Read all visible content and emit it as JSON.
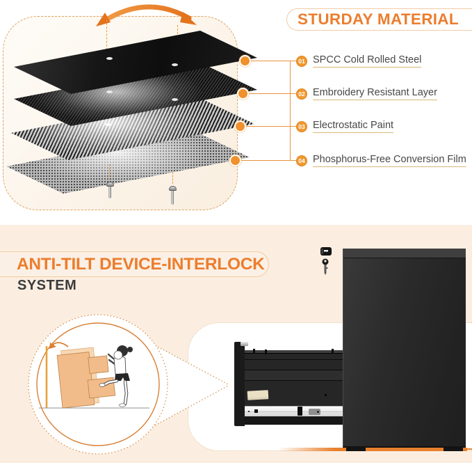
{
  "colors": {
    "accent_orange": "#EC7D2D",
    "badge_orange": "#F2982F",
    "underline_tan": "#D8B878",
    "peach_background": "#FBEEE1",
    "floor_orange": "#E8802C",
    "dark_text": "#3B3B3B"
  },
  "material_section": {
    "title": "STURDAY MATERIAL",
    "callouts": [
      {
        "num": "01",
        "label": "SPCC Cold Rolled Steel"
      },
      {
        "num": "02",
        "label": "Embroidery Resistant Layer"
      },
      {
        "num": "03",
        "label": "Electrostatic Paint"
      },
      {
        "num": "04",
        "label": "Phosphorus-Free Conversion Film"
      }
    ]
  },
  "antitilt_section": {
    "title": "ANTI-TILT DEVICE-INTERLOCK",
    "subtitle": "SYSTEM"
  },
  "icons": {
    "rotation_arrow": "curved-double-headed-arrow",
    "screws": "two-mounting-screws",
    "lock_key": "lock-cylinder-with-key",
    "illustration": "child-climbing-tilting-cabinet"
  }
}
